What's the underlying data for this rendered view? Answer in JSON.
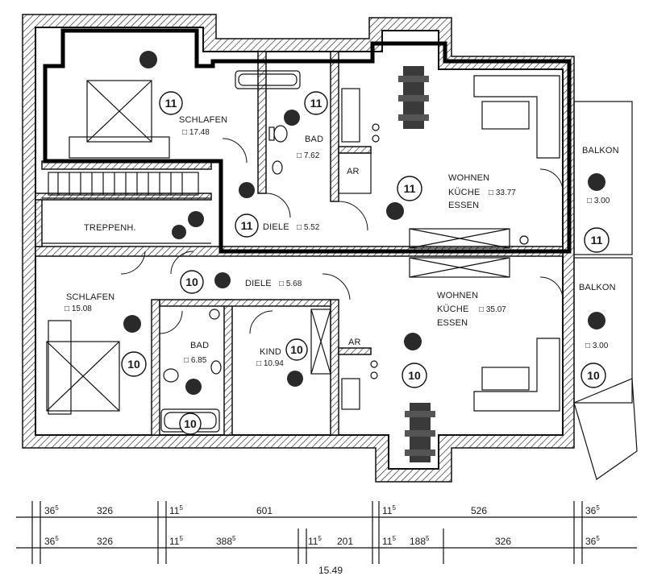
{
  "units": {
    "upper": "11",
    "lower": "10"
  },
  "rooms": {
    "schlafen_upper": {
      "name": "SCHLAFEN",
      "area": "17.48"
    },
    "bad_upper": {
      "name": "BAD",
      "area": "7.62"
    },
    "ar_upper": {
      "name": "AR"
    },
    "wohnen_upper": {
      "line1": "WOHNEN",
      "line2": "KÜCHE",
      "line3": "ESSEN",
      "area": "33.77"
    },
    "balkon_upper": {
      "name": "BALKON",
      "area": "3.00"
    },
    "treppenh": {
      "name": "TREPPENH."
    },
    "diele_upper": {
      "name": "DIELE",
      "area": "5.52"
    },
    "diele_lower": {
      "name": "DIELE",
      "area": "5.68"
    },
    "schlafen_lower": {
      "name": "SCHLAFEN",
      "area": "15.08"
    },
    "bad_lower": {
      "name": "BAD",
      "area": "6.85"
    },
    "kind": {
      "name": "KIND",
      "area": "10.94"
    },
    "ar_lower": {
      "name": "AR"
    },
    "wohnen_lower": {
      "line1": "WOHNEN",
      "line2": "KÜCHE",
      "line3": "ESSEN",
      "area": "35.07"
    },
    "balkon_lower": {
      "name": "BALKON",
      "area": "3.00"
    }
  },
  "dimensions": {
    "row1": [
      {
        "base": "36",
        "sup": "5"
      },
      {
        "base": "326",
        "sup": ""
      },
      {
        "base": "11",
        "sup": "5"
      },
      {
        "base": "601",
        "sup": ""
      },
      {
        "base": "11",
        "sup": "5"
      },
      {
        "base": "526",
        "sup": ""
      },
      {
        "base": "36",
        "sup": "5"
      }
    ],
    "row2": [
      {
        "base": "36",
        "sup": "5"
      },
      {
        "base": "326",
        "sup": ""
      },
      {
        "base": "11",
        "sup": "5"
      },
      {
        "base": "388",
        "sup": "5"
      },
      {
        "base": "11",
        "sup": "5"
      },
      {
        "base": "201",
        "sup": ""
      },
      {
        "base": "11",
        "sup": "5"
      },
      {
        "base": "188",
        "sup": "5"
      },
      {
        "base": "326",
        "sup": ""
      },
      {
        "base": "36",
        "sup": "5"
      }
    ],
    "total": "15.49"
  }
}
